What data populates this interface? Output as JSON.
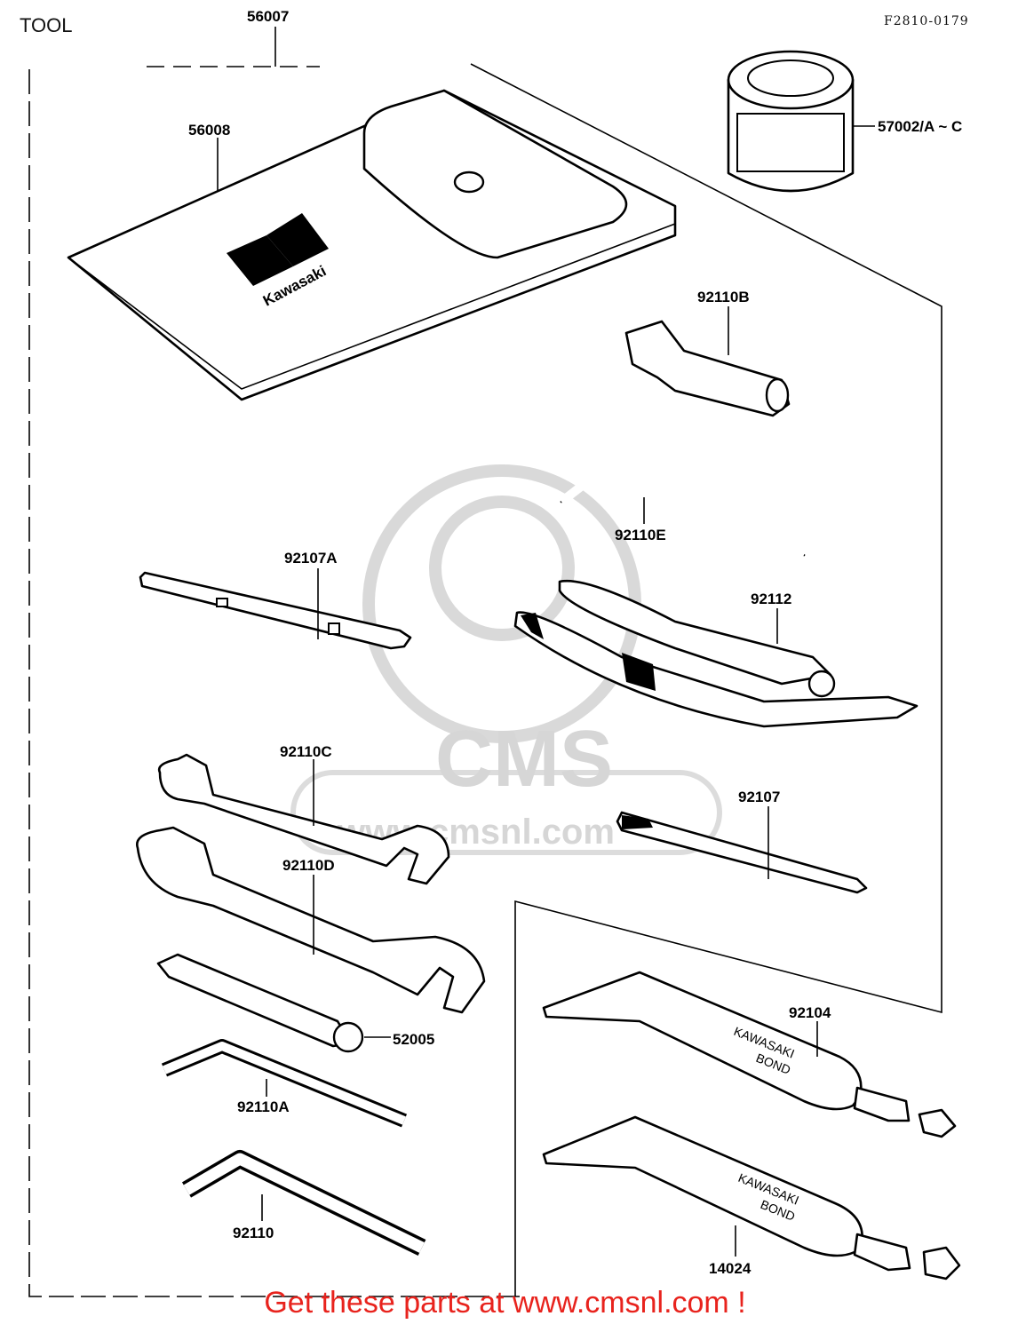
{
  "header": {
    "title": "TOOL",
    "figure_code": "F2810-0179"
  },
  "footer": {
    "text": "Get these parts at www.cmsnl.com !"
  },
  "watermark": {
    "brand": "CMS",
    "url": "www.cmsnl.com"
  },
  "tube_print": {
    "line1": "KAWASAKI",
    "line2": "BOND"
  },
  "bag_logo": "Kawasaki",
  "parts": [
    {
      "id": "56007"
    },
    {
      "id": "56008"
    },
    {
      "id": "57002/A ~ C"
    },
    {
      "id": "92110B"
    },
    {
      "id": "92110E"
    },
    {
      "id": "92107A"
    },
    {
      "id": "92112"
    },
    {
      "id": "92110C"
    },
    {
      "id": "92107"
    },
    {
      "id": "92110D"
    },
    {
      "id": "52005"
    },
    {
      "id": "92104"
    },
    {
      "id": "92110A"
    },
    {
      "id": "92110"
    },
    {
      "id": "14024"
    }
  ],
  "colors": {
    "ink": "#000000",
    "footer_red": "#e8231d",
    "watermark_gray": "#d6d6d6"
  }
}
